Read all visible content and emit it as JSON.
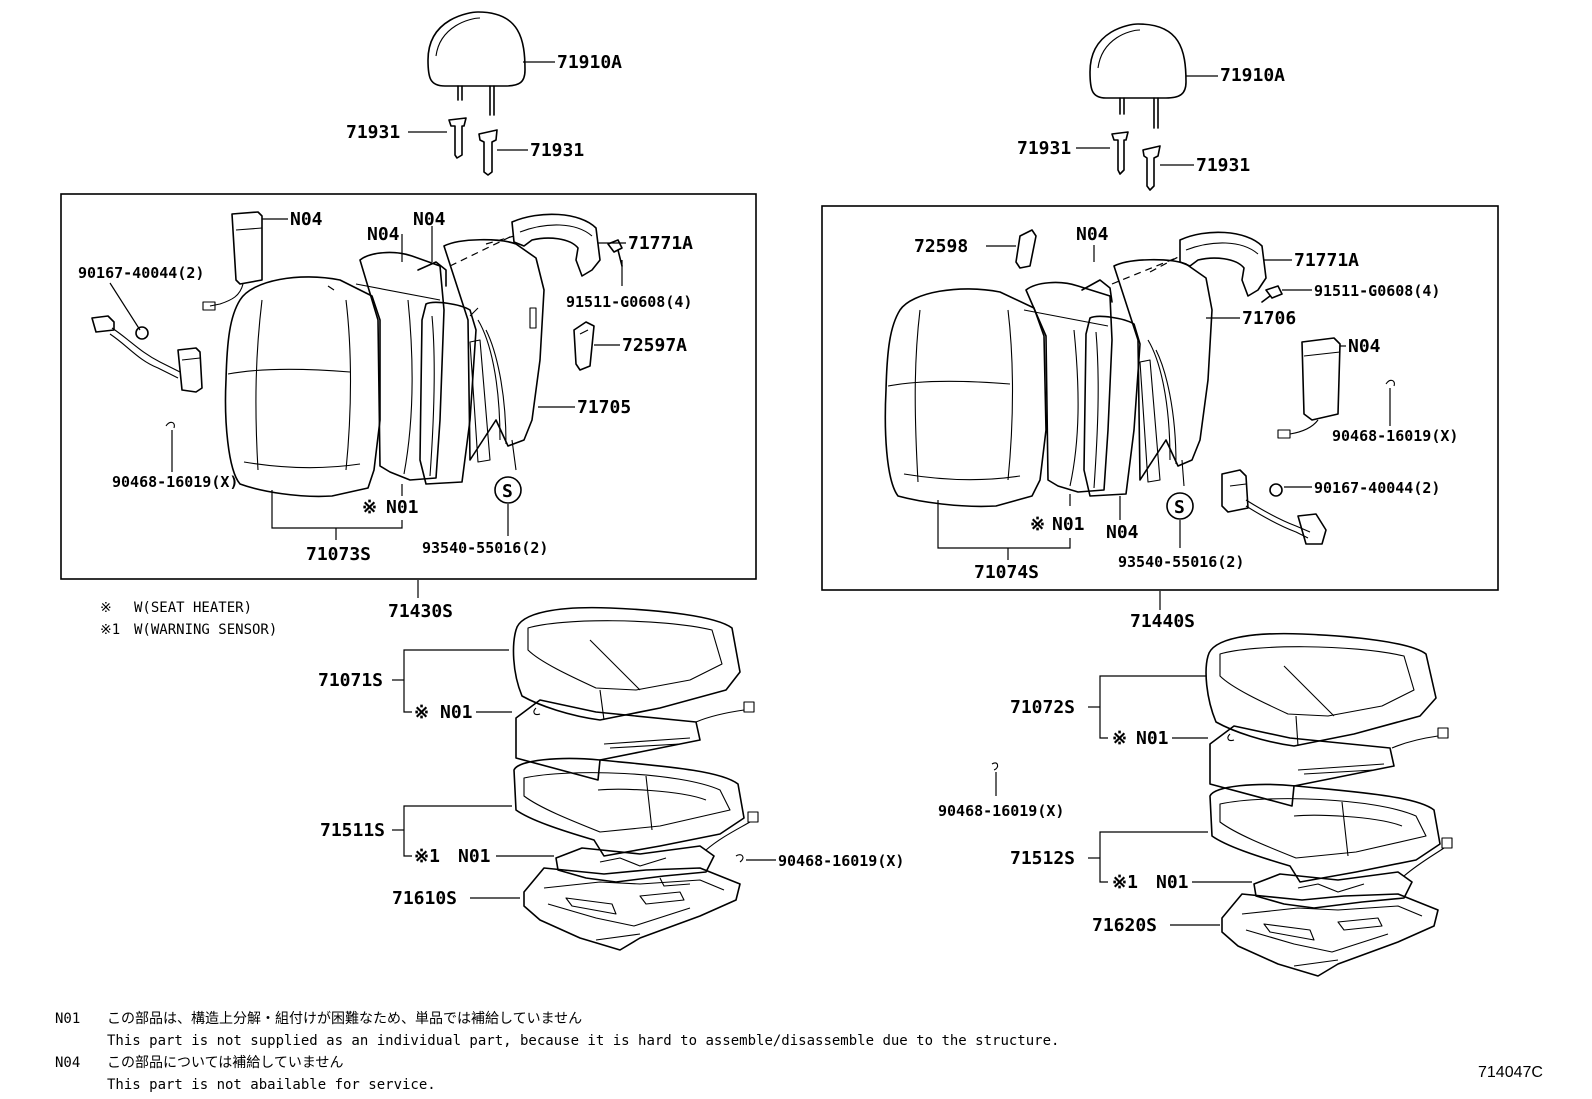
{
  "labels": {
    "left": {
      "headrest": "71910A",
      "support_a": "71931",
      "support_b": "71931",
      "frame_cover": "71771A",
      "n04_pad": "N04",
      "n04_side": "N04",
      "n04_mid": "N04",
      "screw": "90167-40044(2)",
      "bolt": "91511-G0608(4)",
      "knob": "72597A",
      "board": "71705",
      "clip": "90468-16019(X)",
      "n01_back": "N01",
      "cover_back": "71073S",
      "hog_ring": "93540-55016(2)",
      "seat_back_assy": "71430S",
      "cushion_cover": "71071S",
      "n01_cushion": "N01",
      "cushion_pad": "71511S",
      "n01_sensor": "N01",
      "clip_cushion": "90468-16019(X)",
      "cushion_frame": "71610S"
    },
    "right": {
      "headrest": "71910A",
      "support_a": "71931",
      "support_b": "71931",
      "bezel": "72598",
      "n04_top": "N04",
      "frame_cover": "71771A",
      "bolt": "91511-G0608(4)",
      "board": "71706",
      "n04_pad": "N04",
      "clip": "90468-16019(X)",
      "screw": "90167-40044(2)",
      "n01_back": "N01",
      "n04_side": "N04",
      "hog_ring": "93540-55016(2)",
      "cover_back": "71074S",
      "seat_back_assy": "71440S",
      "cushion_cover": "71072S",
      "n01_cushion": "N01",
      "clip_mid": "90468-16019(X)",
      "cushion_pad": "71512S",
      "n01_sensor": "N01",
      "cushion_frame": "71620S"
    },
    "marks": {
      "star": "※",
      "star1": "※1",
      "hog_symbol": "S"
    }
  },
  "legend": [
    {
      "mark": "※",
      "text": "W(SEAT HEATER)"
    },
    {
      "mark": "※1",
      "text": "W(WARNING SENSOR)"
    }
  ],
  "notes": [
    {
      "code": "N01",
      "jp": "この部品は、構造上分解・組付けが困難なため、単品では補給していません",
      "en": "This part is not supplied as an individual part,  because it is hard to assemble/disassemble due to the structure."
    },
    {
      "code": "N04",
      "jp": "この部品については補給していません",
      "en": "This part is not abailable for service."
    }
  ],
  "diagram_id": "714047C"
}
